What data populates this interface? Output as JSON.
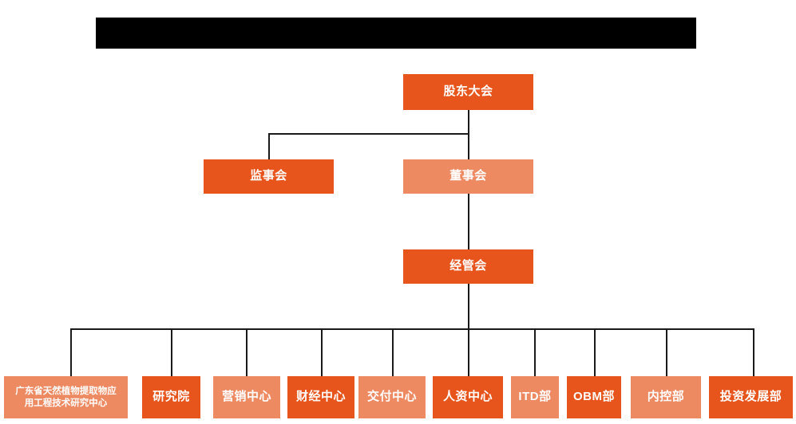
{
  "page": {
    "title_bar": {
      "name": "redacted-title-bar",
      "text": "",
      "color": "#000000"
    },
    "background": "#ffffff"
  },
  "theme": {
    "box_dark": "#E8551C",
    "box_light": "#EE8A62",
    "connector": "#1a1a1a",
    "text": "#ffffff"
  },
  "chart_data": {
    "type": "diagram",
    "subtype": "organization-chart",
    "title": "",
    "orientation": "top-down",
    "levels": 4,
    "nodes": [
      {
        "id": "n1",
        "label": "股东大会",
        "level": 1,
        "shade": "dark",
        "parent": null
      },
      {
        "id": "n2",
        "label": "监事会",
        "level": 2,
        "shade": "dark",
        "parent": "n1"
      },
      {
        "id": "n3",
        "label": "董事会",
        "level": 2,
        "shade": "light",
        "parent": "n1"
      },
      {
        "id": "n4",
        "label": "经管会",
        "level": 3,
        "shade": "dark",
        "parent": "n3"
      },
      {
        "id": "n5",
        "label": "广东省天然植物提取物应用工程技术研究中心",
        "level": 4,
        "shade": "light",
        "parent": "n4"
      },
      {
        "id": "n6",
        "label": "研究院",
        "level": 4,
        "shade": "dark",
        "parent": "n4"
      },
      {
        "id": "n7",
        "label": "营销中心",
        "level": 4,
        "shade": "light",
        "parent": "n4"
      },
      {
        "id": "n8",
        "label": "财经中心",
        "level": 4,
        "shade": "dark",
        "parent": "n4"
      },
      {
        "id": "n9",
        "label": "交付中心",
        "level": 4,
        "shade": "light",
        "parent": "n4"
      },
      {
        "id": "n10",
        "label": "人资中心",
        "level": 4,
        "shade": "dark",
        "parent": "n4"
      },
      {
        "id": "n11",
        "label": "ITD部",
        "level": 4,
        "shade": "light",
        "parent": "n4"
      },
      {
        "id": "n12",
        "label": "OBM部",
        "level": 4,
        "shade": "dark",
        "parent": "n4"
      },
      {
        "id": "n13",
        "label": "内控部",
        "level": 4,
        "shade": "light",
        "parent": "n4"
      },
      {
        "id": "n14",
        "label": "投资发展部",
        "level": 4,
        "shade": "dark",
        "parent": "n4"
      }
    ],
    "edges": [
      {
        "from": "n1",
        "to": "n2"
      },
      {
        "from": "n1",
        "to": "n3"
      },
      {
        "from": "n3",
        "to": "n4"
      },
      {
        "from": "n4",
        "to": "n5"
      },
      {
        "from": "n4",
        "to": "n6"
      },
      {
        "from": "n4",
        "to": "n7"
      },
      {
        "from": "n4",
        "to": "n8"
      },
      {
        "from": "n4",
        "to": "n9"
      },
      {
        "from": "n4",
        "to": "n10"
      },
      {
        "from": "n4",
        "to": "n11"
      },
      {
        "from": "n4",
        "to": "n12"
      },
      {
        "from": "n4",
        "to": "n13"
      },
      {
        "from": "n4",
        "to": "n14"
      }
    ]
  },
  "nodes": {
    "shareholders_meeting": "股东大会",
    "board_of_supervisors": "监事会",
    "board_of_directors": "董事会",
    "management_committee": "经管会",
    "engineering_research_center_line1": "广东省天然植物提取物应",
    "engineering_research_center_line2": "用工程技术研究中心",
    "research_institute": "研究院",
    "marketing_center": "营销中心",
    "finance_center": "财经中心",
    "delivery_center": "交付中心",
    "hr_center": "人资中心",
    "itd_department": "ITD部",
    "obm_department": "OBM部",
    "internal_control_department": "内控部",
    "investment_development_department": "投资发展部"
  }
}
